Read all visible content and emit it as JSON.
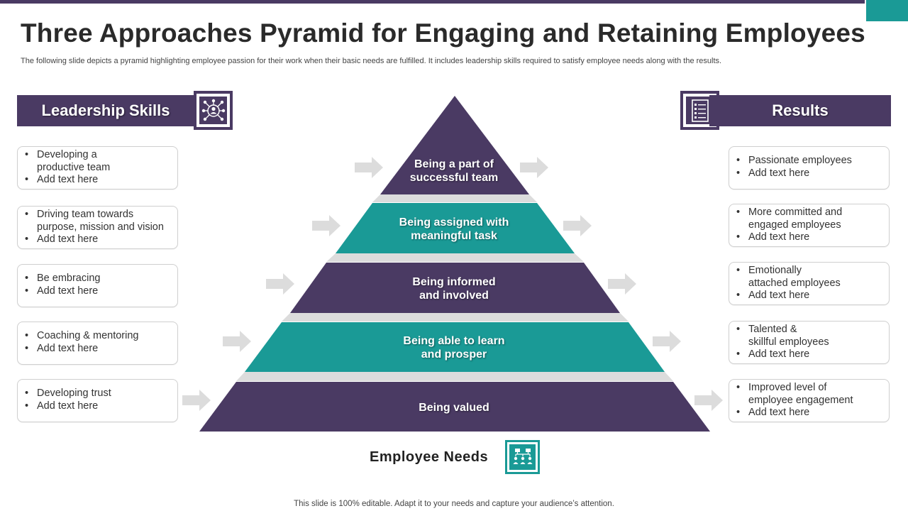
{
  "title": "Three Approaches Pyramid for Engaging and Retaining Employees",
  "subtitle": "The following slide depicts a pyramid highlighting employee passion for their work when their basic needs are fulfilled. It includes leadership skills required to satisfy employee needs along with the results.",
  "colors": {
    "primary": "#4a3a63",
    "accent": "#1a9a96",
    "shadow": "#dcdcdc",
    "arrow": "#dcdcdc"
  },
  "leadership": {
    "heading": "Leadership Skills",
    "icon": "network-person-icon",
    "items": [
      [
        "Developing a",
        "productive team",
        "Add text here"
      ],
      [
        "Driving team towards",
        "purpose, mission and vision",
        "Add text here"
      ],
      [
        "Be embracing",
        "Add text here"
      ],
      [
        "Coaching & mentoring",
        "Add text here"
      ],
      [
        "Developing trust",
        "Add text here"
      ]
    ]
  },
  "results": {
    "heading": "Results",
    "icon": "checklist-document-icon",
    "items": [
      [
        "Passionate employees",
        "Add text here"
      ],
      [
        "More committed and",
        "engaged employees",
        "Add text here"
      ],
      [
        "Emotionally",
        "attached employees",
        "Add text here"
      ],
      [
        "Talented &",
        "skillful employees",
        "Add text here"
      ],
      [
        "Improved level of",
        "employee engagement",
        "Add text here"
      ]
    ]
  },
  "pyramid": {
    "levels": [
      {
        "line1": "Being a part of",
        "line2": "successful team"
      },
      {
        "line1": "Being assigned with",
        "line2": "meaningful task"
      },
      {
        "line1": "Being informed",
        "line2": "and involved"
      },
      {
        "line1": "Being able to learn",
        "line2": "and prosper"
      },
      {
        "line1": "Being valued",
        "line2": ""
      }
    ]
  },
  "employee_needs": {
    "label": "Employee Needs",
    "icon": "team-hierarchy-icon"
  },
  "footer": "This slide is 100% editable. Adapt it to your needs and capture your audience’s attention."
}
